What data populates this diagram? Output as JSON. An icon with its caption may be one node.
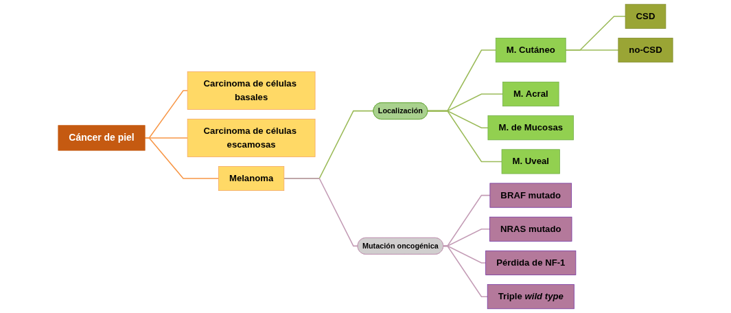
{
  "diagram": {
    "nodes": [
      {
        "text": [
          "Cáncer de piel"
        ]
      },
      {
        "text": [
          "Carcinoma de células basales"
        ]
      },
      {
        "text": [
          "Carcinoma de células escamosas"
        ]
      },
      {
        "text": [
          "Melanoma"
        ]
      },
      {
        "text": [
          "Localización"
        ]
      },
      {
        "text": [
          "Mutación oncogénica"
        ]
      },
      {
        "text": [
          "M. Cutáneo"
        ]
      },
      {
        "text": [
          "M. Acral"
        ]
      },
      {
        "text": [
          "M. de Mucosas"
        ]
      },
      {
        "text": [
          "M. Uveal"
        ]
      },
      {
        "text": [
          "CSD"
        ]
      },
      {
        "text": [
          "no-CSD"
        ]
      },
      {
        "text": [
          "BRAF mutado"
        ]
      },
      {
        "text": [
          "NRAS mutado"
        ]
      },
      {
        "text": [
          "Pérdida de NF-1"
        ]
      },
      {
        "text": [
          "Triple *wild type*"
        ]
      }
    ],
    "edges": [
      {
        "from": 0,
        "to": 1,
        "arrow": "none",
        "color": "#f79646"
      },
      {
        "from": 0,
        "to": 2,
        "arrow": "none",
        "color": "#f79646"
      },
      {
        "from": 0,
        "to": 3,
        "arrow": "none",
        "color": "#f79646"
      },
      {
        "from": 3,
        "to": 4,
        "arrow": "none"
      },
      {
        "from": 3,
        "to": 5,
        "arrow": "none",
        "color": "#c39bb5"
      },
      {
        "from": 4,
        "to": 6,
        "arrow": "none"
      },
      {
        "from": 4,
        "to": 7,
        "arrow": "none"
      },
      {
        "from": 4,
        "to": 8,
        "arrow": "none"
      },
      {
        "from": 4,
        "to": 9,
        "arrow": "none"
      },
      {
        "from": 6,
        "to": 10,
        "arrow": "none"
      },
      {
        "from": 6,
        "to": 11,
        "arrow": "none"
      },
      {
        "from": 5,
        "to": 12,
        "arrow": "none",
        "color": "#c39bb5"
      },
      {
        "from": 5,
        "to": 13,
        "arrow": "none",
        "color": "#c39bb5"
      },
      {
        "from": 5,
        "to": 14,
        "arrow": "none",
        "color": "#c39bb5"
      },
      {
        "from": 5,
        "to": 15,
        "arrow": "none",
        "color": "#c39bb5"
      }
    ]
  }
}
